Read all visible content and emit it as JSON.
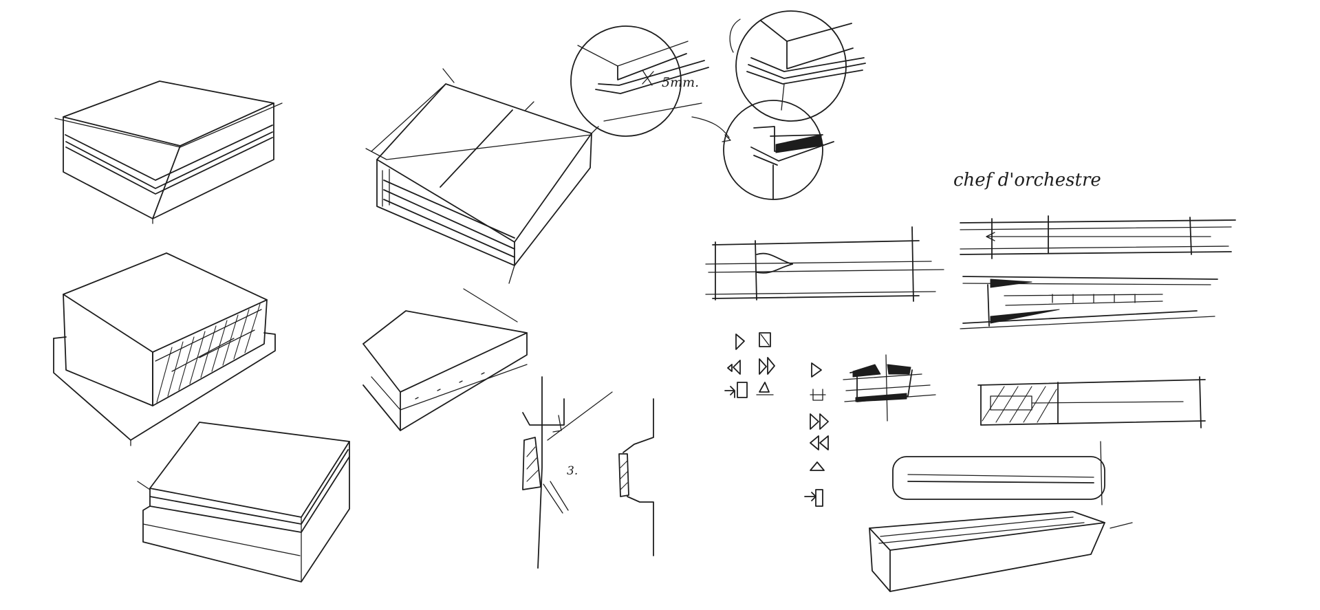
{
  "annotations": {
    "dimension_5mm": "5mm.",
    "dimension_3": "3.",
    "note_chef": "chef d'orchestre"
  },
  "colors": {
    "paper": "#ffffff",
    "ink": "#1d1d1d"
  }
}
